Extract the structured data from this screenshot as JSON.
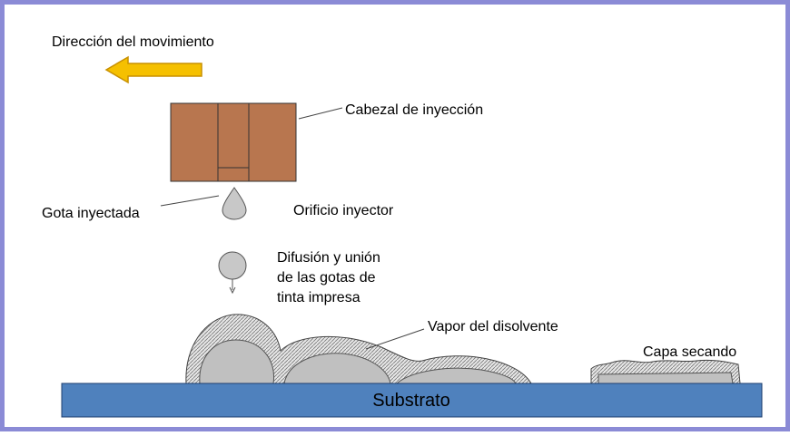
{
  "labels": {
    "direction": "Dirección del movimiento",
    "head": "Cabezal de inyección",
    "drop": "Gota inyectada",
    "nozzle": "Orificio inyector",
    "diffusion": [
      "Difusión y unión",
      "de las gotas de",
      "tinta impresa"
    ],
    "vapor": "Vapor del disolvente",
    "drying": "Capa secando",
    "substrate": "Substrato"
  },
  "colors": {
    "frame": "#8b8bd6",
    "head_fill": "#b8764f",
    "arrow_fill": "#f5c000",
    "arrow_stroke": "#c89000",
    "substrate_fill": "#4f81bd",
    "drop_fill": "#c8c8c8",
    "ink_fill": "#c0c0c0"
  }
}
